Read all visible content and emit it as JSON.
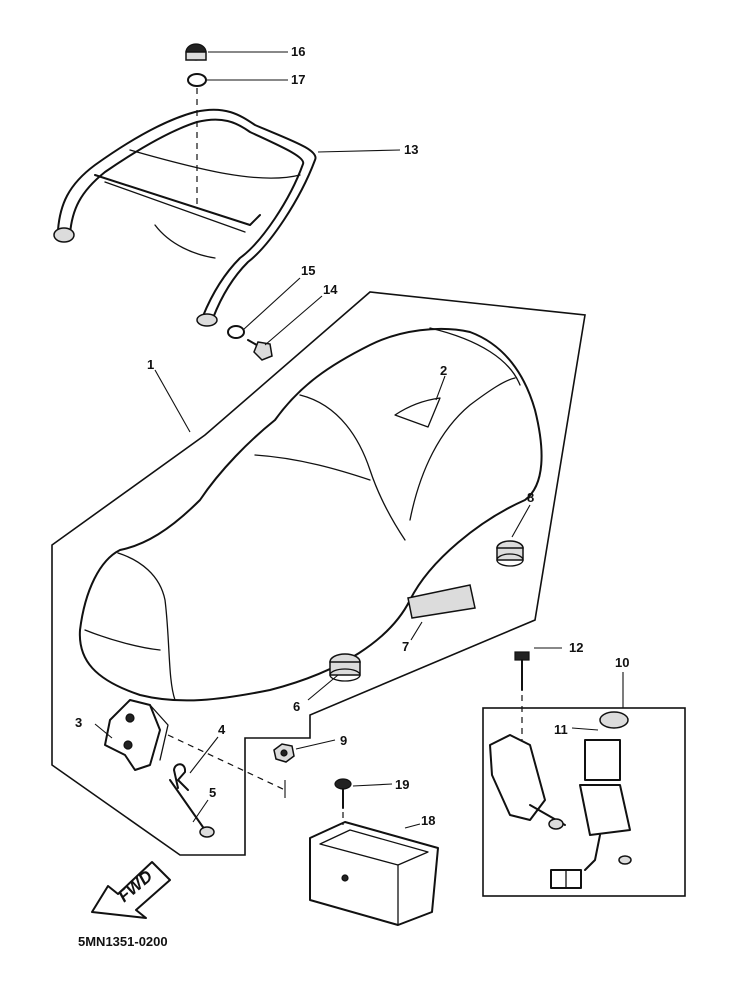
{
  "callouts": [
    "1",
    "2",
    "3",
    "4",
    "5",
    "6",
    "7",
    "8",
    "9",
    "10",
    "11",
    "12",
    "13",
    "14",
    "15",
    "16",
    "17",
    "18",
    "19"
  ],
  "direction_label": "FWD",
  "drawing_code": "5MN1351-0200",
  "colors": {
    "ink": "#111111",
    "background": "#ffffff",
    "shading": "#dcdcdc"
  }
}
